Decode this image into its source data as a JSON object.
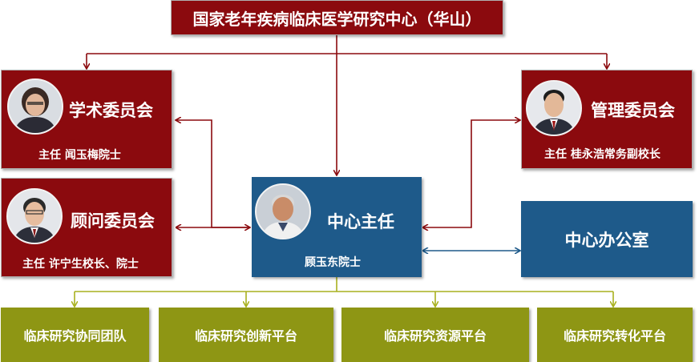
{
  "top": {
    "title": "国家老年疾病临床医学研究中心（华山）"
  },
  "academic": {
    "title": "学术委员会",
    "director": "主任  闻玉梅院士"
  },
  "advisory": {
    "title": "顾问委员会",
    "director": "主任  许宁生校长、院士"
  },
  "management": {
    "title": "管理委员会",
    "director": "主任  桂永浩常务副校长"
  },
  "center": {
    "title": "中心主任",
    "name": "顾玉东院士"
  },
  "office": {
    "title": "中心办公室"
  },
  "platforms": [
    {
      "label": "临床研究协同团队"
    },
    {
      "label": "临床研究创新平台"
    },
    {
      "label": "临床研究资源平台"
    },
    {
      "label": "临床研究转化平台"
    }
  ],
  "colors": {
    "red": "#8b0a0e",
    "blue": "#1e5a8a",
    "olive": "#8e9614",
    "arrow_red": "#8b0a0e",
    "arrow_blue": "#1e5a8a"
  },
  "icons": [
    "person-portrait-icon"
  ]
}
